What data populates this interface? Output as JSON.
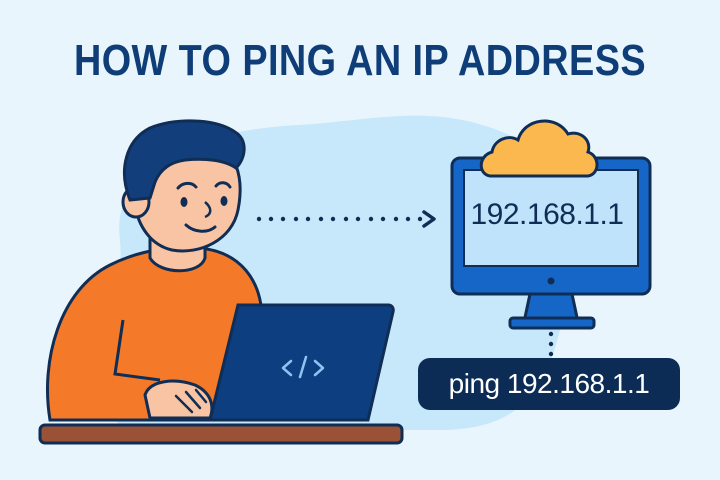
{
  "title": "HOW TO PING AN IP ADDRESS",
  "monitor": {
    "ip_address": "192.168.1.1",
    "icon": "cloud-icon"
  },
  "laptop": {
    "screen_symbol": "</>",
    "icon": "code-icon"
  },
  "command": {
    "text": "ping 192.168.1.1"
  },
  "colors": {
    "background": "#e8f5fc",
    "title": "#0f3d78",
    "shirt": "#f47a2a",
    "hair": "#123f7c",
    "skin": "#f9c4a3",
    "laptop": "#0d3f80",
    "monitor_frame": "#1666c8",
    "monitor_screen": "#bfe3fb",
    "cloud": "#fbb84f",
    "desk": "#9a5236",
    "command_box": "#0c2b55"
  }
}
